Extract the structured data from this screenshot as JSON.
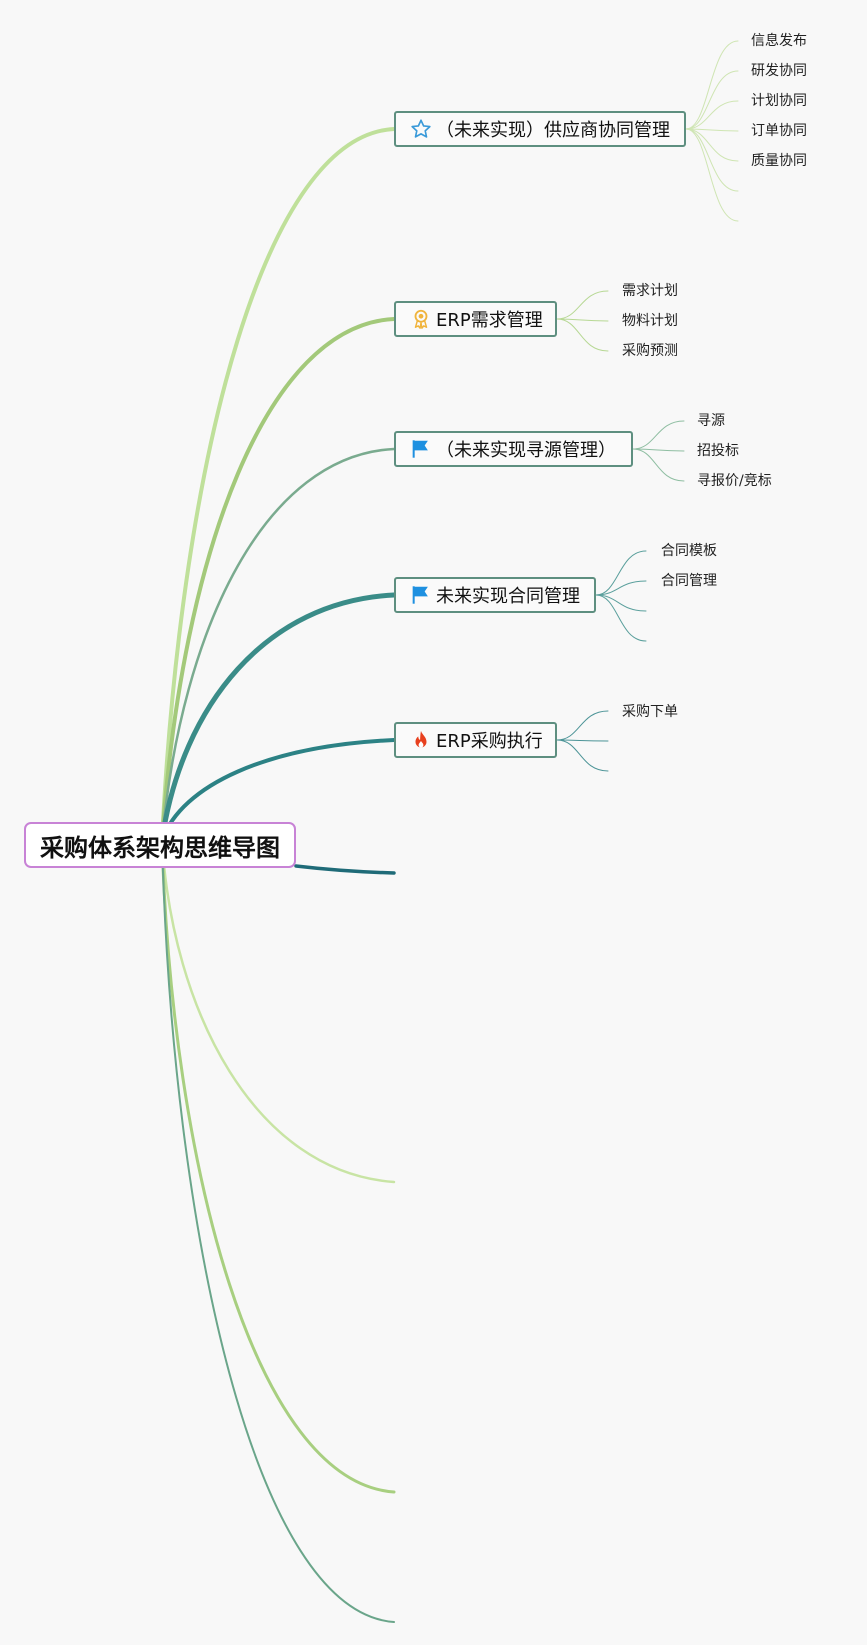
{
  "root": {
    "label": "采购体系架构思维导图"
  },
  "branches": [
    {
      "label": "（未来实现）供应商协同管理",
      "icon": "star-icon",
      "color": "#bfe09a",
      "children": [
        "信息发布",
        "研发协同",
        "计划协同",
        "订单协同",
        "质量协同"
      ]
    },
    {
      "label": "ERP需求管理",
      "icon": "award-icon",
      "color": "#a3c97a",
      "children": [
        "需求计划",
        "物料计划",
        "采购预测"
      ]
    },
    {
      "label": "（未来实现寻源管理）",
      "icon": "flag-icon",
      "color": "#7aab8f",
      "children": [
        "寻源",
        "招投标",
        "寻报价/竞标"
      ]
    },
    {
      "label": "未来实现合同管理",
      "icon": "flag-icon",
      "color": "#3a8c88",
      "children": [
        "合同模板",
        "合同管理"
      ]
    },
    {
      "label": "ERP采购执行",
      "icon": "fire-icon",
      "color": "#2c8285",
      "children": [
        "采购下单"
      ]
    }
  ],
  "colors": {
    "root_border": "#c883d6",
    "branch_border": "#5e8f80",
    "star": "#3a9ad9",
    "award": "#f0b43c",
    "flag": "#1e90e0",
    "fire": "#e8401e",
    "edge_dark": "#1f6b78"
  }
}
